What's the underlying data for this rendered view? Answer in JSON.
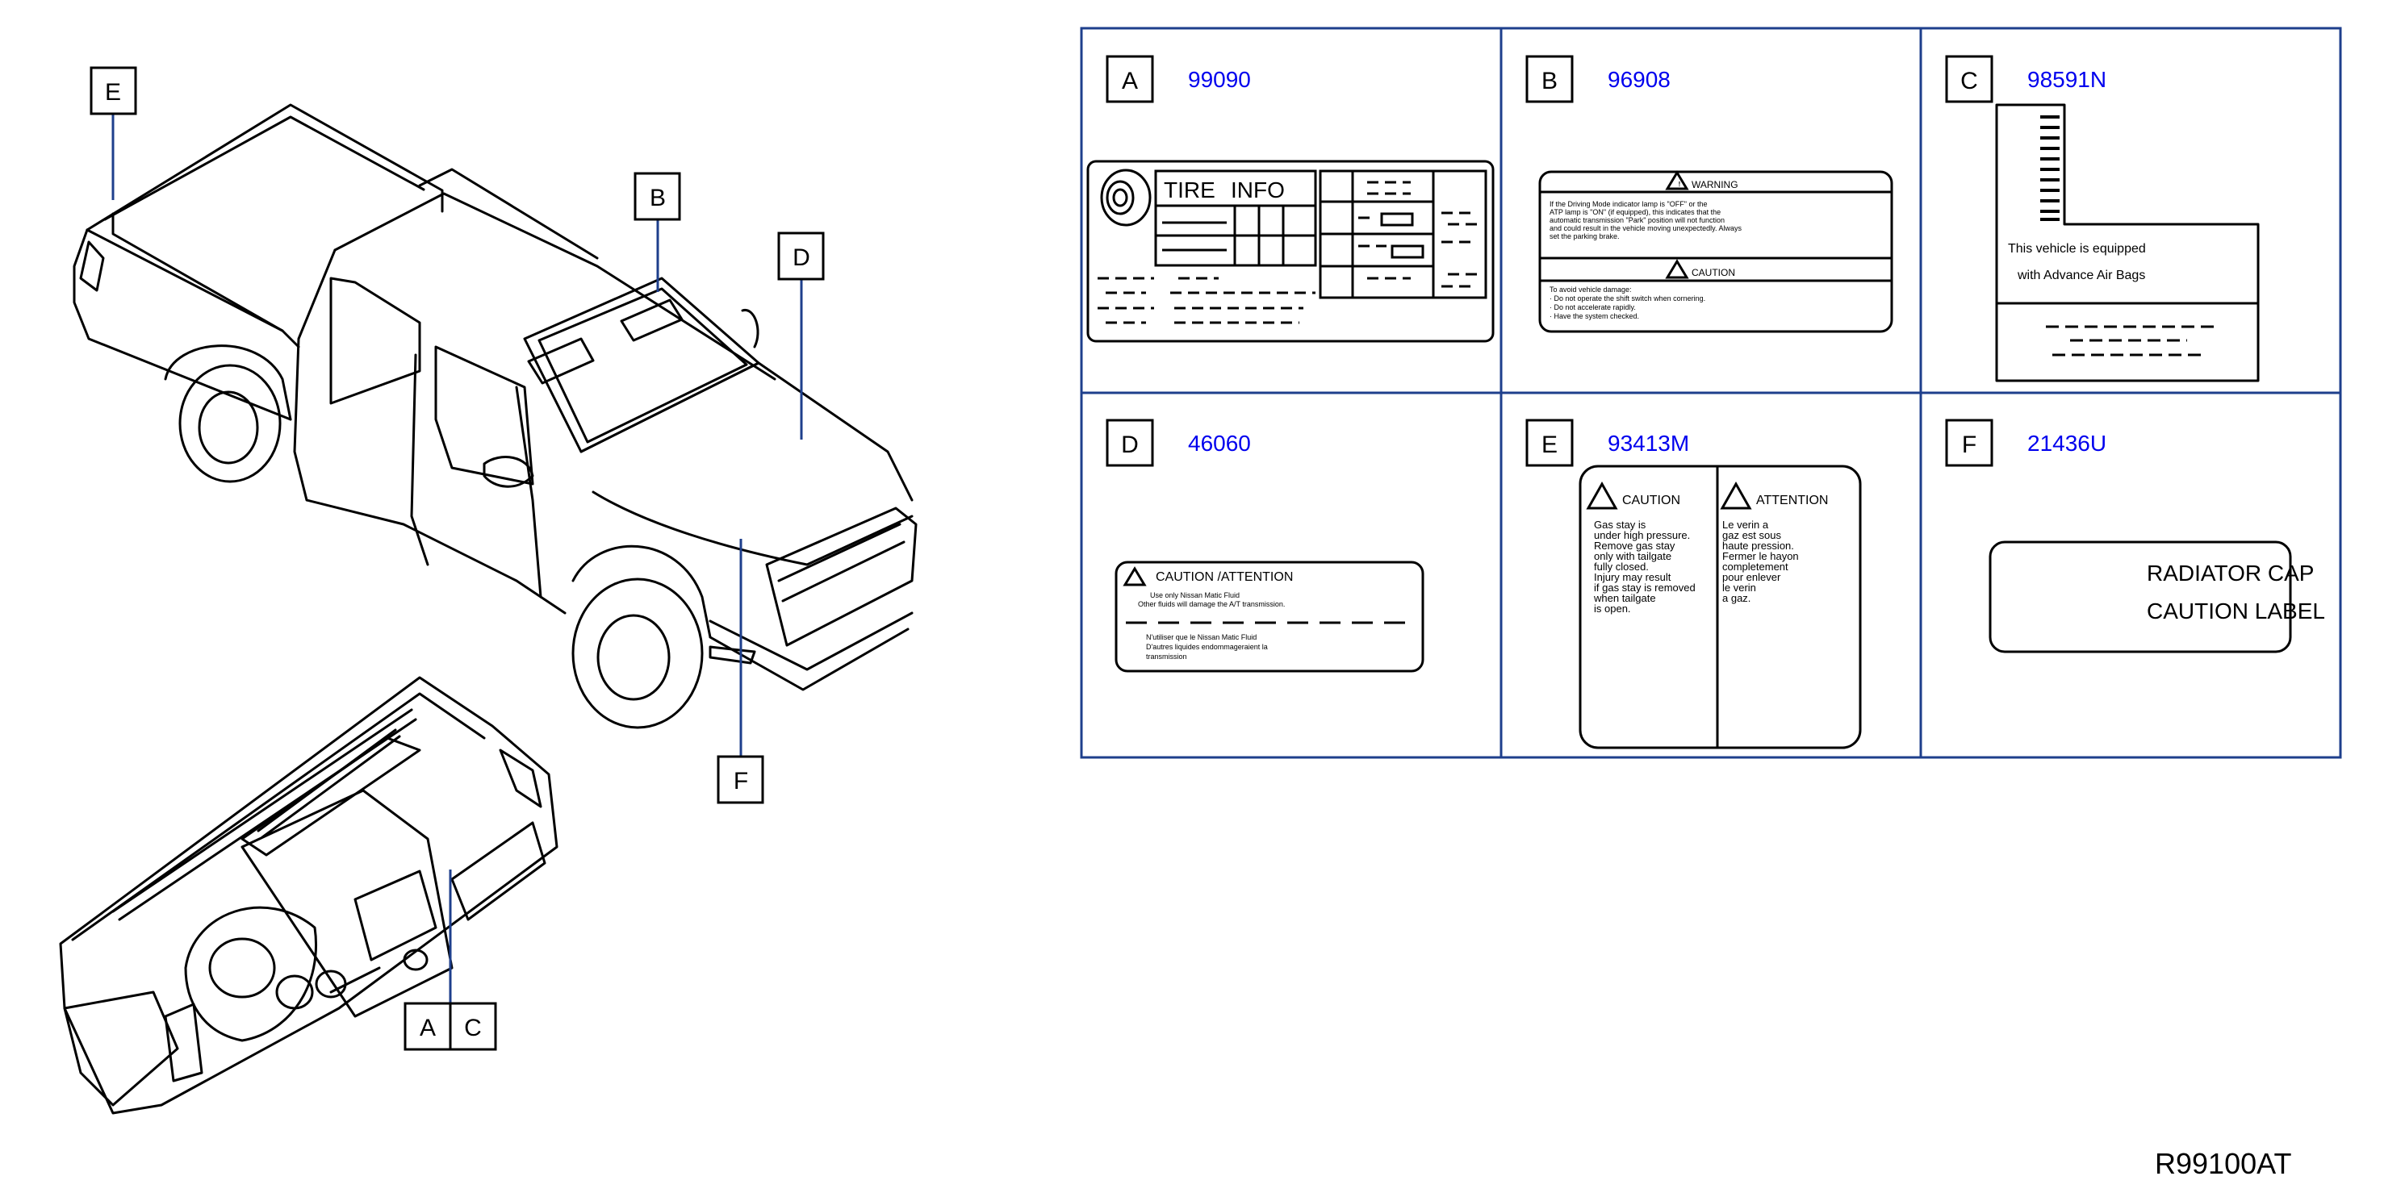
{
  "diagram_ref": "R99100AT",
  "callouts": {
    "a": "A",
    "b": "B",
    "c": "C",
    "d": "D",
    "e": "E",
    "f": "F"
  },
  "panels": [
    {
      "letter": "A",
      "part_number": "99090"
    },
    {
      "letter": "B",
      "part_number": "96908"
    },
    {
      "letter": "C",
      "part_number": "98591N"
    },
    {
      "letter": "D",
      "part_number": "46060"
    },
    {
      "letter": "E",
      "part_number": "93413M"
    },
    {
      "letter": "F",
      "part_number": "21436U"
    }
  ],
  "labels": {
    "tire": {
      "title_1": "TIRE",
      "title_2": "INFO"
    },
    "warning": {
      "heading": "WARNING",
      "lines": [
        "If the Driving Mode indicator lamp is \"OFF\" or the",
        "ATP lamp is \"ON\" (if equipped), this indicates that the",
        "automatic transmission \"Park\" position will not function",
        "and could result in the vehicle moving unexpectedly. Always",
        "set the parking brake."
      ],
      "caution_heading": "CAUTION",
      "caution_lines": [
        "To avoid vehicle damage:",
        "· Do not operate the shift switch when cornering.",
        "· Do not accelerate rapidly.",
        "· Have the system checked."
      ]
    },
    "airbag": {
      "line_1": "This vehicle is equipped",
      "line_2": "with Advance Air Bags"
    },
    "at_fluid": {
      "heading": "CAUTION  /ATTENTION",
      "line_1": "Use only Nissan Matic Fluid",
      "line_2": "Other fluids will damage the A/T transmission.",
      "line_3": "N'utiliser que le Nissan Matic Fluid",
      "line_4": "D'autres liquides endommageraient la",
      "line_5": "transmission"
    },
    "gas_stay": {
      "caution": "CAUTION",
      "attention": "ATTENTION",
      "en_lines": [
        "Gas stay is",
        "under high pressure.",
        "Remove gas stay",
        "only with tailgate",
        "fully closed.",
        "Injury may result",
        "if gas stay is removed",
        "when tailgate",
        "is open."
      ],
      "fr_lines": [
        "Le verin a",
        "gaz est sous",
        "haute pression.",
        "Fermer le hayon",
        "completement",
        "pour enlever",
        "le verin",
        "a gaz."
      ]
    },
    "radiator": {
      "line_1": "RADIATOR CAP",
      "line_2": "CAUTION LABEL"
    }
  },
  "colors": {
    "leader": "#1e3f8c",
    "grid": "#1e3f8c",
    "part_number": "#0000ee"
  }
}
